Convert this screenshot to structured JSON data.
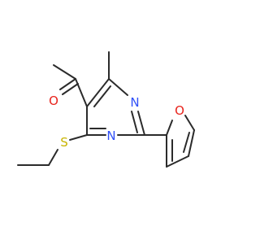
{
  "atoms": {
    "O_carbonyl": "O",
    "N_top": "N",
    "N_bottom": "N",
    "S_thio": "S",
    "O_furan": "O"
  },
  "colors": {
    "bond": "#2b2b2b",
    "oxygen": "#e8231c",
    "nitrogen": "#3050f8",
    "sulfur": "#c8b400"
  }
}
